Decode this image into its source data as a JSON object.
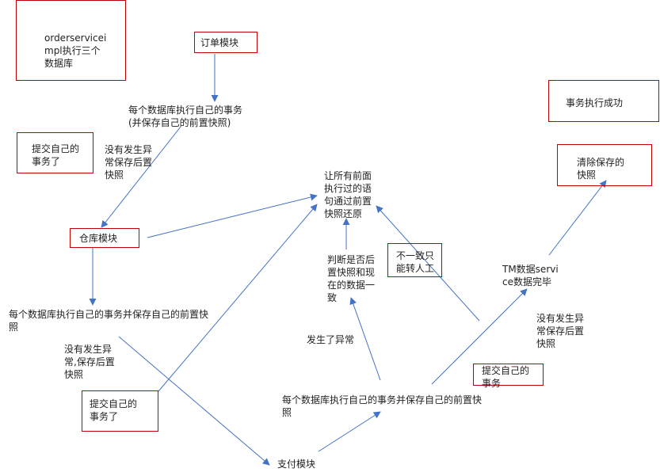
{
  "colors": {
    "box_border": "#c00000",
    "arrow": "#4472c4"
  },
  "boxes": {
    "order_impl": "orderservicei\nmpl执行三个\n数据库",
    "order_module": "订单模块",
    "tx_success": "事务执行成功",
    "clear_snapshot": "清除保存的\n快照",
    "commit1": "提交自己的\n事务了",
    "warehouse": "仓库模块",
    "inconsistent": "不一致只\n能转人工",
    "commit2": "提交自己的\n事务了",
    "commit3": "提交自己的\n事务"
  },
  "texts": {
    "each_db_1": "每个数据库执行自己的事务\n(并保存自己的前置快照)",
    "no_exc_1": "没有发生异\n常保存后置\n快照",
    "restore": "让所有前面\n执行过的语\n句通过前置\n快照还原",
    "judge": "判断是否后\n置快照和现\n在的数据一\n致",
    "tm_done": "TM数据servi\nce数据完毕",
    "each_db_2": "每个数据库执行自己的事务并保存自己的前置快\n照",
    "no_exc_2": "没有发生异\n常,保存后置\n快照",
    "exception": "发生了异常",
    "no_exc_3": "没有发生异\n常保存后置\n快照",
    "each_db_3": "每个数据库执行自己的事务并保存自己的前置快\n照",
    "pay_module": "支付模块"
  }
}
